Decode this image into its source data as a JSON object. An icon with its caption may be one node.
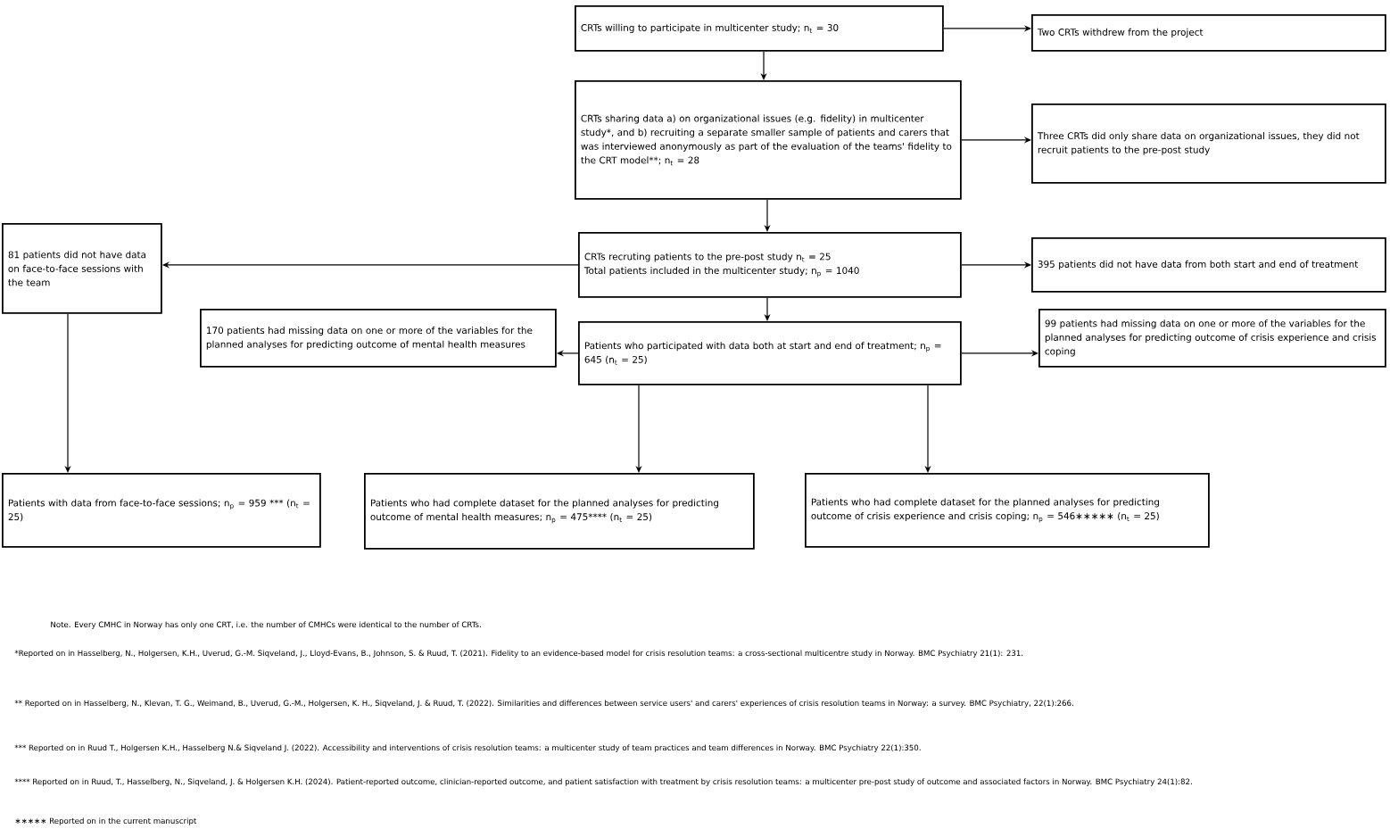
{
  "diagram": {
    "nodes": [
      {
        "text": [
          "CRTs willing to participate in multicenter study; n$_{t}$ = 30"
        ]
      },
      {
        "text": [
          "Two CRTs withdrew from the project"
        ]
      },
      {
        "text": [
          "CRTs sharing data a) on organizational issues (e.g. fidelity) in multicenter study*, and b) recruiting a separate smaller sample of patients and carers that was interviewed anonymously as part of the evaluation of the teams' fidelity to the CRT model**; n$_{t}$ = 28"
        ]
      },
      {
        "text": [
          "Three CRTs did only share data on organizational issues, they did not recruit patients to the pre-post study"
        ]
      },
      {
        "text": [
          "CRTs recruting patients to the pre-post study n$_{t}$ = 25",
          "Total patients included in the multicenter study; n$_{p}$ = 1040"
        ]
      },
      {
        "text": [
          "395 patients did not have data from both start and end of treatment"
        ]
      },
      {
        "text": [
          "81 patients did not have data on face-to-face sessions with the team"
        ]
      },
      {
        "text": [
          "Patients who participated with data both at start and end of treatment; n$_{p}$ = 645 (n$_{t}$ = 25)"
        ]
      },
      {
        "text": [
          "170 patients had missing data on one or more of the variables for the planned analyses for predicting outcome of mental health measures"
        ]
      },
      {
        "text": [
          "99 patients had missing data on one or more of the variables for the planned analyses for predicting outcome of crisis experience and crisis coping"
        ]
      },
      {
        "text": [
          "Patients with data from face-to-face sessions; n$_{p}$ = 959 *** (n$_{t}$ = 25)"
        ]
      },
      {
        "text": [
          "Patients who had complete dataset for the planned analyses for predicting outcome of mental health measures; n$_{p}$ = 475**** (n$_{t}$ = 25)"
        ]
      },
      {
        "text": [
          "Patients who had complete dataset for the planned analyses for predicting outcome of crisis experience and crisis coping; n$_{p}$ = 546∗∗∗∗∗ (n$_{t}$ = 25)"
        ]
      }
    ],
    "edges": [
      {
        "from": 0,
        "to": 1,
        "arrow": "to"
      },
      {
        "from": 0,
        "to": 2,
        "arrow": "to"
      },
      {
        "from": 2,
        "to": 3,
        "arrow": "to"
      },
      {
        "from": 2,
        "to": 4,
        "arrow": "to"
      },
      {
        "from": 4,
        "to": 5,
        "arrow": "to"
      },
      {
        "from": 4,
        "to": 6,
        "arrow": "to"
      },
      {
        "from": 4,
        "to": 7,
        "arrow": "to"
      },
      {
        "from": 6,
        "to": 10,
        "arrow": "to"
      },
      {
        "from": 7,
        "to": 8,
        "arrow": "to"
      },
      {
        "from": 7,
        "to": 9,
        "arrow": "to"
      },
      {
        "from": 7,
        "to": 11,
        "arrow": "to"
      },
      {
        "from": 7,
        "to": 12,
        "arrow": "to"
      }
    ],
    "labels": [
      "Note. Every CMHC in Norway has only one CRT, i.e. the number of CMHCs were identical to the number of CRTs.",
      "*Reported on in Hasselberg, N., Holgersen, K.H., Uverud, G.-M. Siqveland, J., Lloyd-Evans, B., Johnson, S. & Ruud, T. (2021). Fidelity to an evidence-based model for crisis resolution teams: a cross-sectional multicentre study in Norway. BMC Psychiatry 21(1): 231.",
      "** Reported on in Hasselberg, N., Klevan, T. G., Weimand, B., Uverud, G.-M., Holgersen, K. H., Siqveland, J. & Ruud, T. (2022). Similarities and differences between service users' and carers' experiences of crisis resolution teams in Norway: a survey. BMC Psychiatry, 22(1):266.",
      "*** Reported on in Ruud T., Holgersen K.H., Hasselberg N.& Siqveland J. (2022). Accessibility and interventions of crisis resolution teams: a multicenter study of team practices and team differences in Norway. BMC Psychiatry 22(1):350.",
      "**** Reported on in Ruud, T., Hasselberg, N., Siqveland, J. & Holgersen K.H. (2024). Patient-reported outcome, clinician-reported outcome, and patient satisfaction with treatment by crisis resolution teams: a multicenter pre-post study of outcome and associated factors in Norway. BMC Psychiatry 24(1):82.",
      "∗∗∗∗∗ Reported on in the current manuscript"
    ]
  }
}
